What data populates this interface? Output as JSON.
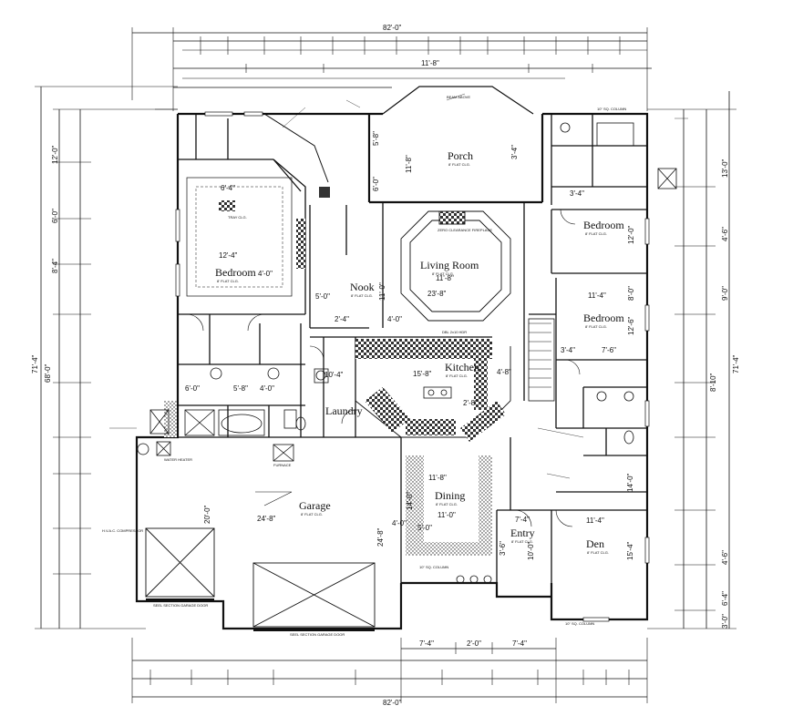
{
  "rooms": {
    "porch": {
      "name": "Porch",
      "ceiling": "8' FLAT CLG."
    },
    "bedroom_nw": {
      "name": "Bedroom",
      "ceiling": "8' FLAT CLG."
    },
    "nook": {
      "name": "Nook",
      "ceiling": "8' FLAT CLG."
    },
    "living": {
      "name": "Living Room",
      "ceiling": "8' FLAT CLG."
    },
    "bedroom_ne": {
      "name": "Bedroom",
      "ceiling": "8' FLAT CLG."
    },
    "bedroom_e": {
      "name": "Bedroom",
      "ceiling": "8' FLAT CLG."
    },
    "kitchen": {
      "name": "Kitchen",
      "ceiling": "8' FLAT CLG."
    },
    "laundry": {
      "name": "Laundry"
    },
    "garage": {
      "name": "Garage",
      "ceiling": "8' FLAT CLG."
    },
    "dining": {
      "name": "Dining",
      "ceiling": "8' FLAT CLG."
    },
    "entry": {
      "name": "Entry",
      "ceiling": "8' FLAT CLG."
    },
    "den": {
      "name": "Den",
      "ceiling": "8' FLAT CLG."
    }
  },
  "dimensions": {
    "top_overall": "82'-0\"",
    "bottom_overall": "82'-0\"",
    "left_overall": "71'-4\"",
    "right_overall": "71'-4\"",
    "left_mid": "68'-0\"",
    "right_mid": "8'-10\"",
    "porch_w": "11'-8\"",
    "living_w": "23'-8\"",
    "living_d": "11'-8\"",
    "bed_nw_w": "12'-4\"",
    "bed_nw_d": "6'-4\"",
    "garage_w": "24'-8\"",
    "garage_d": "20'-0\"",
    "garage_d2": "24'-8\"",
    "kitchen_w": "15'-8\"",
    "dining_w": "11'-8\"",
    "dining_d": "14'-0\"",
    "dining_d2": "11'-0\"",
    "den_w": "11'-4\"",
    "den_d": "15'-4\"",
    "den_d2": "14'-0\"",
    "entry_w": "7'-4\"",
    "bed_ne_d": "12'-0\"",
    "bed_e_w": "11'-4\"",
    "bed_e_w2": "7'-6\"",
    "bed_e_d": "12'-6\"",
    "nook_d": "11'-0\"",
    "nook_w": "5'-0\"",
    "nook_w2": "4'-0\"",
    "hall_w": "2'-4\"",
    "laundry_w": "10'-4\"",
    "right_13": "13'-0\"",
    "right_4": "4'-6\"",
    "right_9": "9'-0\"",
    "right_6": "6'-4\"",
    "right_3": "3'-0\"",
    "left_12": "12'-0\"",
    "left_6": "6'-0\"",
    "left_8": "8'-4\"",
    "bot_7a": "7'-4\"",
    "bot_7b": "7'-4\"",
    "bot_2": "2'-0\"",
    "kitchen_4": "4'-8\"",
    "kitchen_2": "2'-8\"",
    "bath_5": "5'-8\"",
    "bath_4": "4'-0\"",
    "bath_6": "6'-0\"",
    "closet_3": "3'-4\"",
    "porch_3": "3'-4\"",
    "porch_5": "5'-8\"",
    "porch_6": "6'-0\"",
    "bed_4": "4'-0\"",
    "bed_3": "3'-4\"",
    "bed_8": "8'-0\"",
    "dining_5": "5'-0\"",
    "dining_4": "4'-0\"",
    "entry_10": "10'-0\"",
    "entry_3": "3'-6\""
  },
  "notes": {
    "garage_door_1": "SEEL SECTION GARAGE DOOR",
    "garage_door_2": "SEEL SECTION GARAGE DOOR",
    "porch_hdr": "BEAM ABOVE",
    "column": "10\" SQ. COLUMN",
    "kitchen_hdr": "DBL 2x10 HDR",
    "fireplace": "ZERO CLEARANCE FIREPLACE",
    "water_heater": "WATER HEATER",
    "furnace": "FURNACE",
    "hvac": "H.V.A.C. COMPRESSOR",
    "entry_col": "10\" SQ. COLUMN",
    "den_col": "10\" SQ. COLUMN",
    "porch_tray": "TRAY CLG."
  }
}
